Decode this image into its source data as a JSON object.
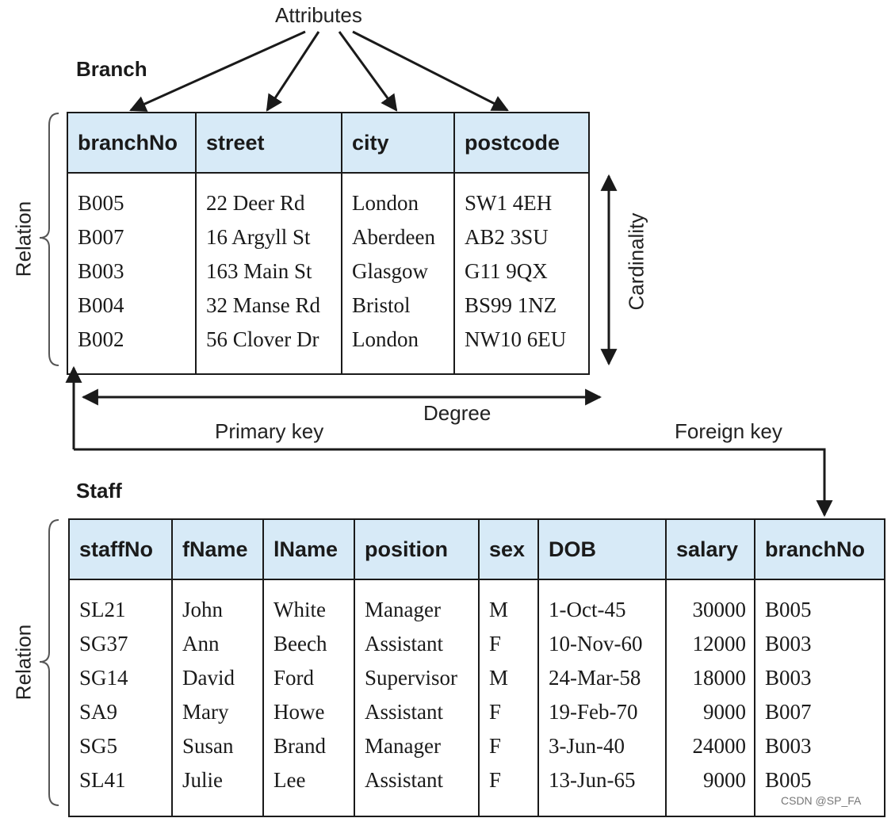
{
  "labels": {
    "attributes": "Attributes",
    "cardinality": "Cardinality",
    "degree": "Degree",
    "primary_key": "Primary key",
    "foreign_key": "Foreign key",
    "relation_1": "Relation",
    "relation_2": "Relation"
  },
  "branch": {
    "title": "Branch",
    "columns": [
      "branchNo",
      "street",
      "city",
      "postcode"
    ],
    "rows": [
      [
        "B005",
        "22 Deer Rd",
        "London",
        "SW1 4EH"
      ],
      [
        "B007",
        "16 Argyll St",
        "Aberdeen",
        "AB2 3SU"
      ],
      [
        "B003",
        "163 Main St",
        "Glasgow",
        "G11 9QX"
      ],
      [
        "B004",
        "32 Manse Rd",
        "Bristol",
        "BS99 1NZ"
      ],
      [
        "B002",
        "56 Clover Dr",
        "London",
        "NW10 6EU"
      ]
    ]
  },
  "staff": {
    "title": "Staff",
    "columns": [
      "staffNo",
      "fName",
      "lName",
      "position",
      "sex",
      "DOB",
      "salary",
      "branchNo"
    ],
    "rows": [
      [
        "SL21",
        "John",
        "White",
        "Manager",
        "M",
        "1-Oct-45",
        "30000",
        "B005"
      ],
      [
        "SG37",
        "Ann",
        "Beech",
        "Assistant",
        "F",
        "10-Nov-60",
        "12000",
        "B003"
      ],
      [
        "SG14",
        "David",
        "Ford",
        "Supervisor",
        "M",
        "24-Mar-58",
        "18000",
        "B003"
      ],
      [
        "SA9",
        "Mary",
        "Howe",
        "Assistant",
        "F",
        "19-Feb-70",
        "9000",
        "B007"
      ],
      [
        "SG5",
        "Susan",
        "Brand",
        "Manager",
        "F",
        "3-Jun-40",
        "24000",
        "B003"
      ],
      [
        "SL41",
        "Julie",
        "Lee",
        "Assistant",
        "F",
        "13-Jun-65",
        "9000",
        "B005"
      ]
    ]
  },
  "watermark": "CSDN @SP_FA",
  "colors": {
    "header_fill": "#d7eaf7",
    "line": "#1a1a1a"
  }
}
